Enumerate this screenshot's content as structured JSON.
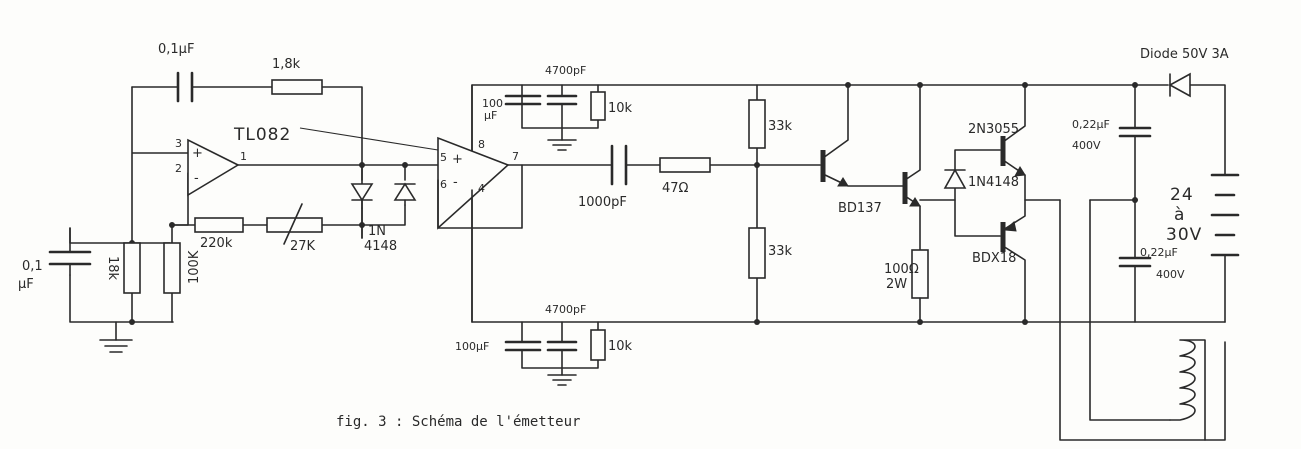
{
  "diagram": {
    "caption": "fig. 3 : Schéma de l'émetteur",
    "opamp_label": "TL082",
    "opamp1_pins": {
      "in_plus": "3",
      "in_minus": "2",
      "out": "1",
      "plus_sign": "+",
      "minus_sign": "-"
    },
    "opamp2_pins": {
      "in_plus": "5",
      "in_minus": "6",
      "out": "7",
      "top": "8",
      "bottom": "4",
      "plus_sign": "+",
      "minus_sign": "-"
    },
    "components": {
      "c_feedback": "0,1µF",
      "r_feedback": "1,8k",
      "c_input_1": "0,1",
      "c_input_2": "µF",
      "r_18k": "18k",
      "r_100k": "100K",
      "r_220k": "220k",
      "pot_27k": "27K",
      "diodes_1": "1N",
      "diodes_2": "4148",
      "c_4700_top": "4700pF",
      "c_100_top_1": "100",
      "c_100_top_2": "µF",
      "r_10k_top": "10k",
      "c_4700_bot": "4700pF",
      "c_100_bot": "100µF",
      "r_10k_bot": "10k",
      "c_1000": "1000pF",
      "r_47": "47Ω",
      "r_33k_top": "33k",
      "r_33k_bot": "33k",
      "t_bd137": "BD137",
      "r_100_1": "100Ω",
      "r_100_2": "2W",
      "t_2n3055": "2N3055",
      "d_1n4148": "1N4148",
      "t_bdx18": "BDX18",
      "c_022_top_1": "0,22µF",
      "c_022_top_2": "400V",
      "c_022_bot_1": "0,22µF",
      "c_022_bot_2": "400V",
      "diode_50v": "Diode 50V 3A",
      "battery_1": "24",
      "battery_2": "à",
      "battery_3": "30V"
    }
  }
}
